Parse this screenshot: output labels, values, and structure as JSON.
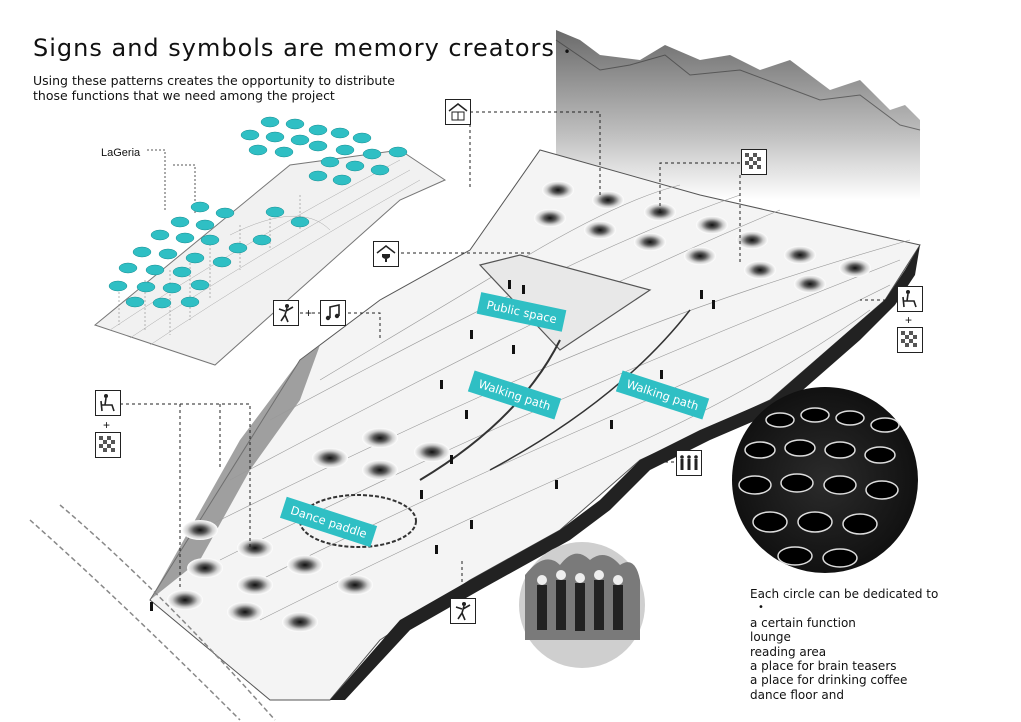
{
  "header": {
    "title": "Signs and symbols are memory creators",
    "subtitle_lines": [
      "Using these patterns creates the opportunity to distribute",
      "those functions that we need among the project"
    ]
  },
  "inset": {
    "label": "LaGeria"
  },
  "tags": {
    "public_space": "Public space",
    "walking_path_1": "Walking path",
    "walking_path_2": "Walking path",
    "dance_paddle": "Dance paddle"
  },
  "notes": {
    "lines": [
      "Each circle can be dedicated to",
      "a certain function",
      "lounge",
      "reading area",
      "a place for brain teasers",
      "a place for drinking coffee",
      "dance floor and"
    ]
  },
  "icons": [
    "book-house-icon",
    "chess-board-icon",
    "trophy-house-icon",
    "dancer-icon",
    "music-note-icon",
    "lounge-chair-icon",
    "people-group-icon"
  ],
  "colors": {
    "accent": "#2fbfc4",
    "ink": "#111111"
  }
}
